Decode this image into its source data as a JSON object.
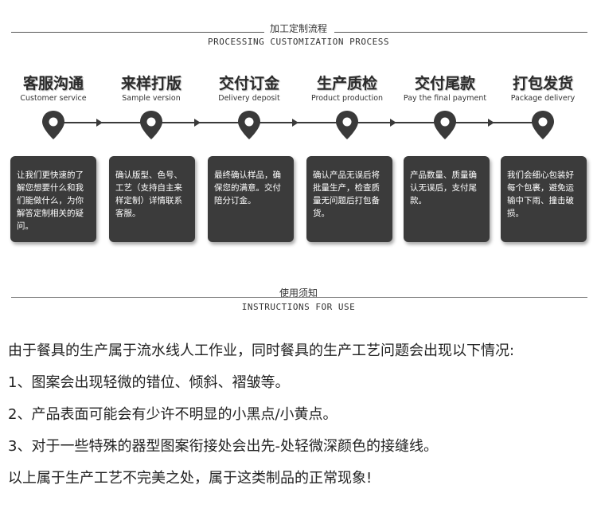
{
  "process_section": {
    "title_cn": "加工定制流程",
    "title_en": "PROCESSING CUSTOMIZATION PROCESS"
  },
  "steps": [
    {
      "title": "客服沟通",
      "subtitle": "Customer service",
      "icon": "location-pin-icon",
      "desc": "让我们更快速的了解您想要什么和我们能做什么，为你解答定制相关的疑问。"
    },
    {
      "title": "来样打版",
      "subtitle": "Sample version",
      "icon": "location-pin-icon",
      "desc": "确认版型、色号、工艺（支持自主来样定制）详情联系客服。"
    },
    {
      "title": "交付订金",
      "subtitle": "Delivery deposit",
      "icon": "location-pin-icon",
      "desc": "最终确认样品，确保您的满意。交付陪分订金。"
    },
    {
      "title": "生产质检",
      "subtitle": "Product production",
      "icon": "location-pin-icon",
      "desc": "确认产品无误后将批量生产，检查质量无问题后打包备货。"
    },
    {
      "title": "交付尾款",
      "subtitle": "Pay the final payment",
      "icon": "location-pin-icon",
      "desc": "产品数量、质量确认无误后，支付尾款。"
    },
    {
      "title": "打包发货",
      "subtitle": "Package delivery",
      "icon": "location-pin-icon",
      "desc": "我们会细心包装好每个包裹，避免运输中下雨、撞击破损。"
    }
  ],
  "instructions_section": {
    "title_cn": "使用须知",
    "title_en": "INSTRUCTIONS FOR USE"
  },
  "instructions": {
    "intro": "由于餐具的生产属于流水线人工作业，同时餐具的生产工艺问题会出现以下情况:",
    "items": [
      "1、图案会出现轻微的错位、倾斜、褶皱等。",
      "2、产品表面可能会有少许不明显的小黑点/小黄点。",
      "3、对于一些特殊的器型图案衔接处会出先-处轻微深颜色的接缝线。"
    ],
    "conclusion": "以上属于生产工艺不完美之处，属于这类制品的正常现象!"
  },
  "colors": {
    "card_bg": "#3b3b3b",
    "text": "#222222",
    "pin": "#3a3a3a"
  }
}
